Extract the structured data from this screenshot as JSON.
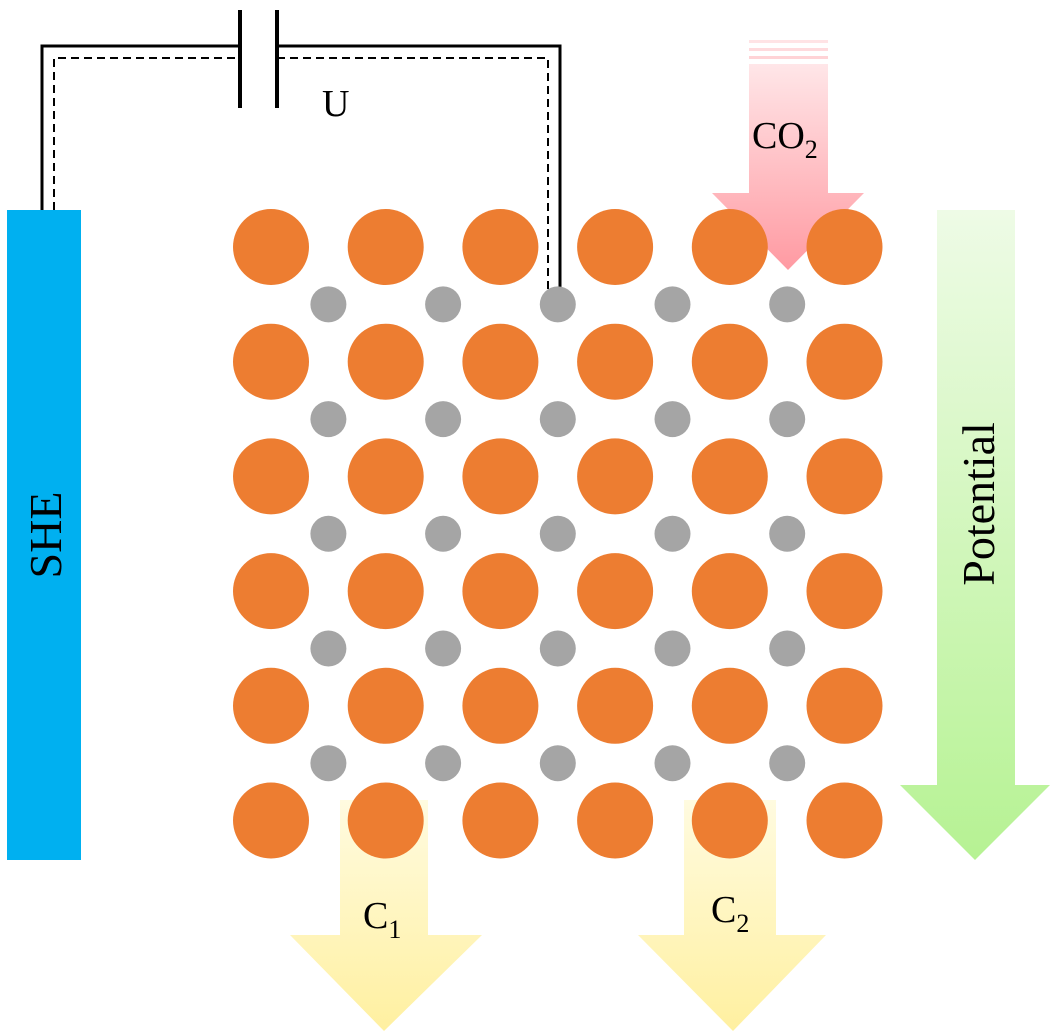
{
  "labels": {
    "electrode": "SHE",
    "voltage": "U",
    "reactant_main": "CO",
    "reactant_sub": "2",
    "axis": "Potential",
    "product1_main": "C",
    "product1_sub": "1",
    "product2_main": "C",
    "product2_sub": "2"
  },
  "colors": {
    "electrode": "#00b0f0",
    "large_atom": "#ed7d31",
    "small_atom": "#a5a5a5",
    "wire": "#000000",
    "co2_arrow": "#ff99a0",
    "potential_arrow": "#b9f29a",
    "product_arrow": "#fff1a0"
  },
  "lattice": {
    "large_rows": 6,
    "large_cols": 6,
    "small_rows": 5,
    "small_cols": 5
  }
}
